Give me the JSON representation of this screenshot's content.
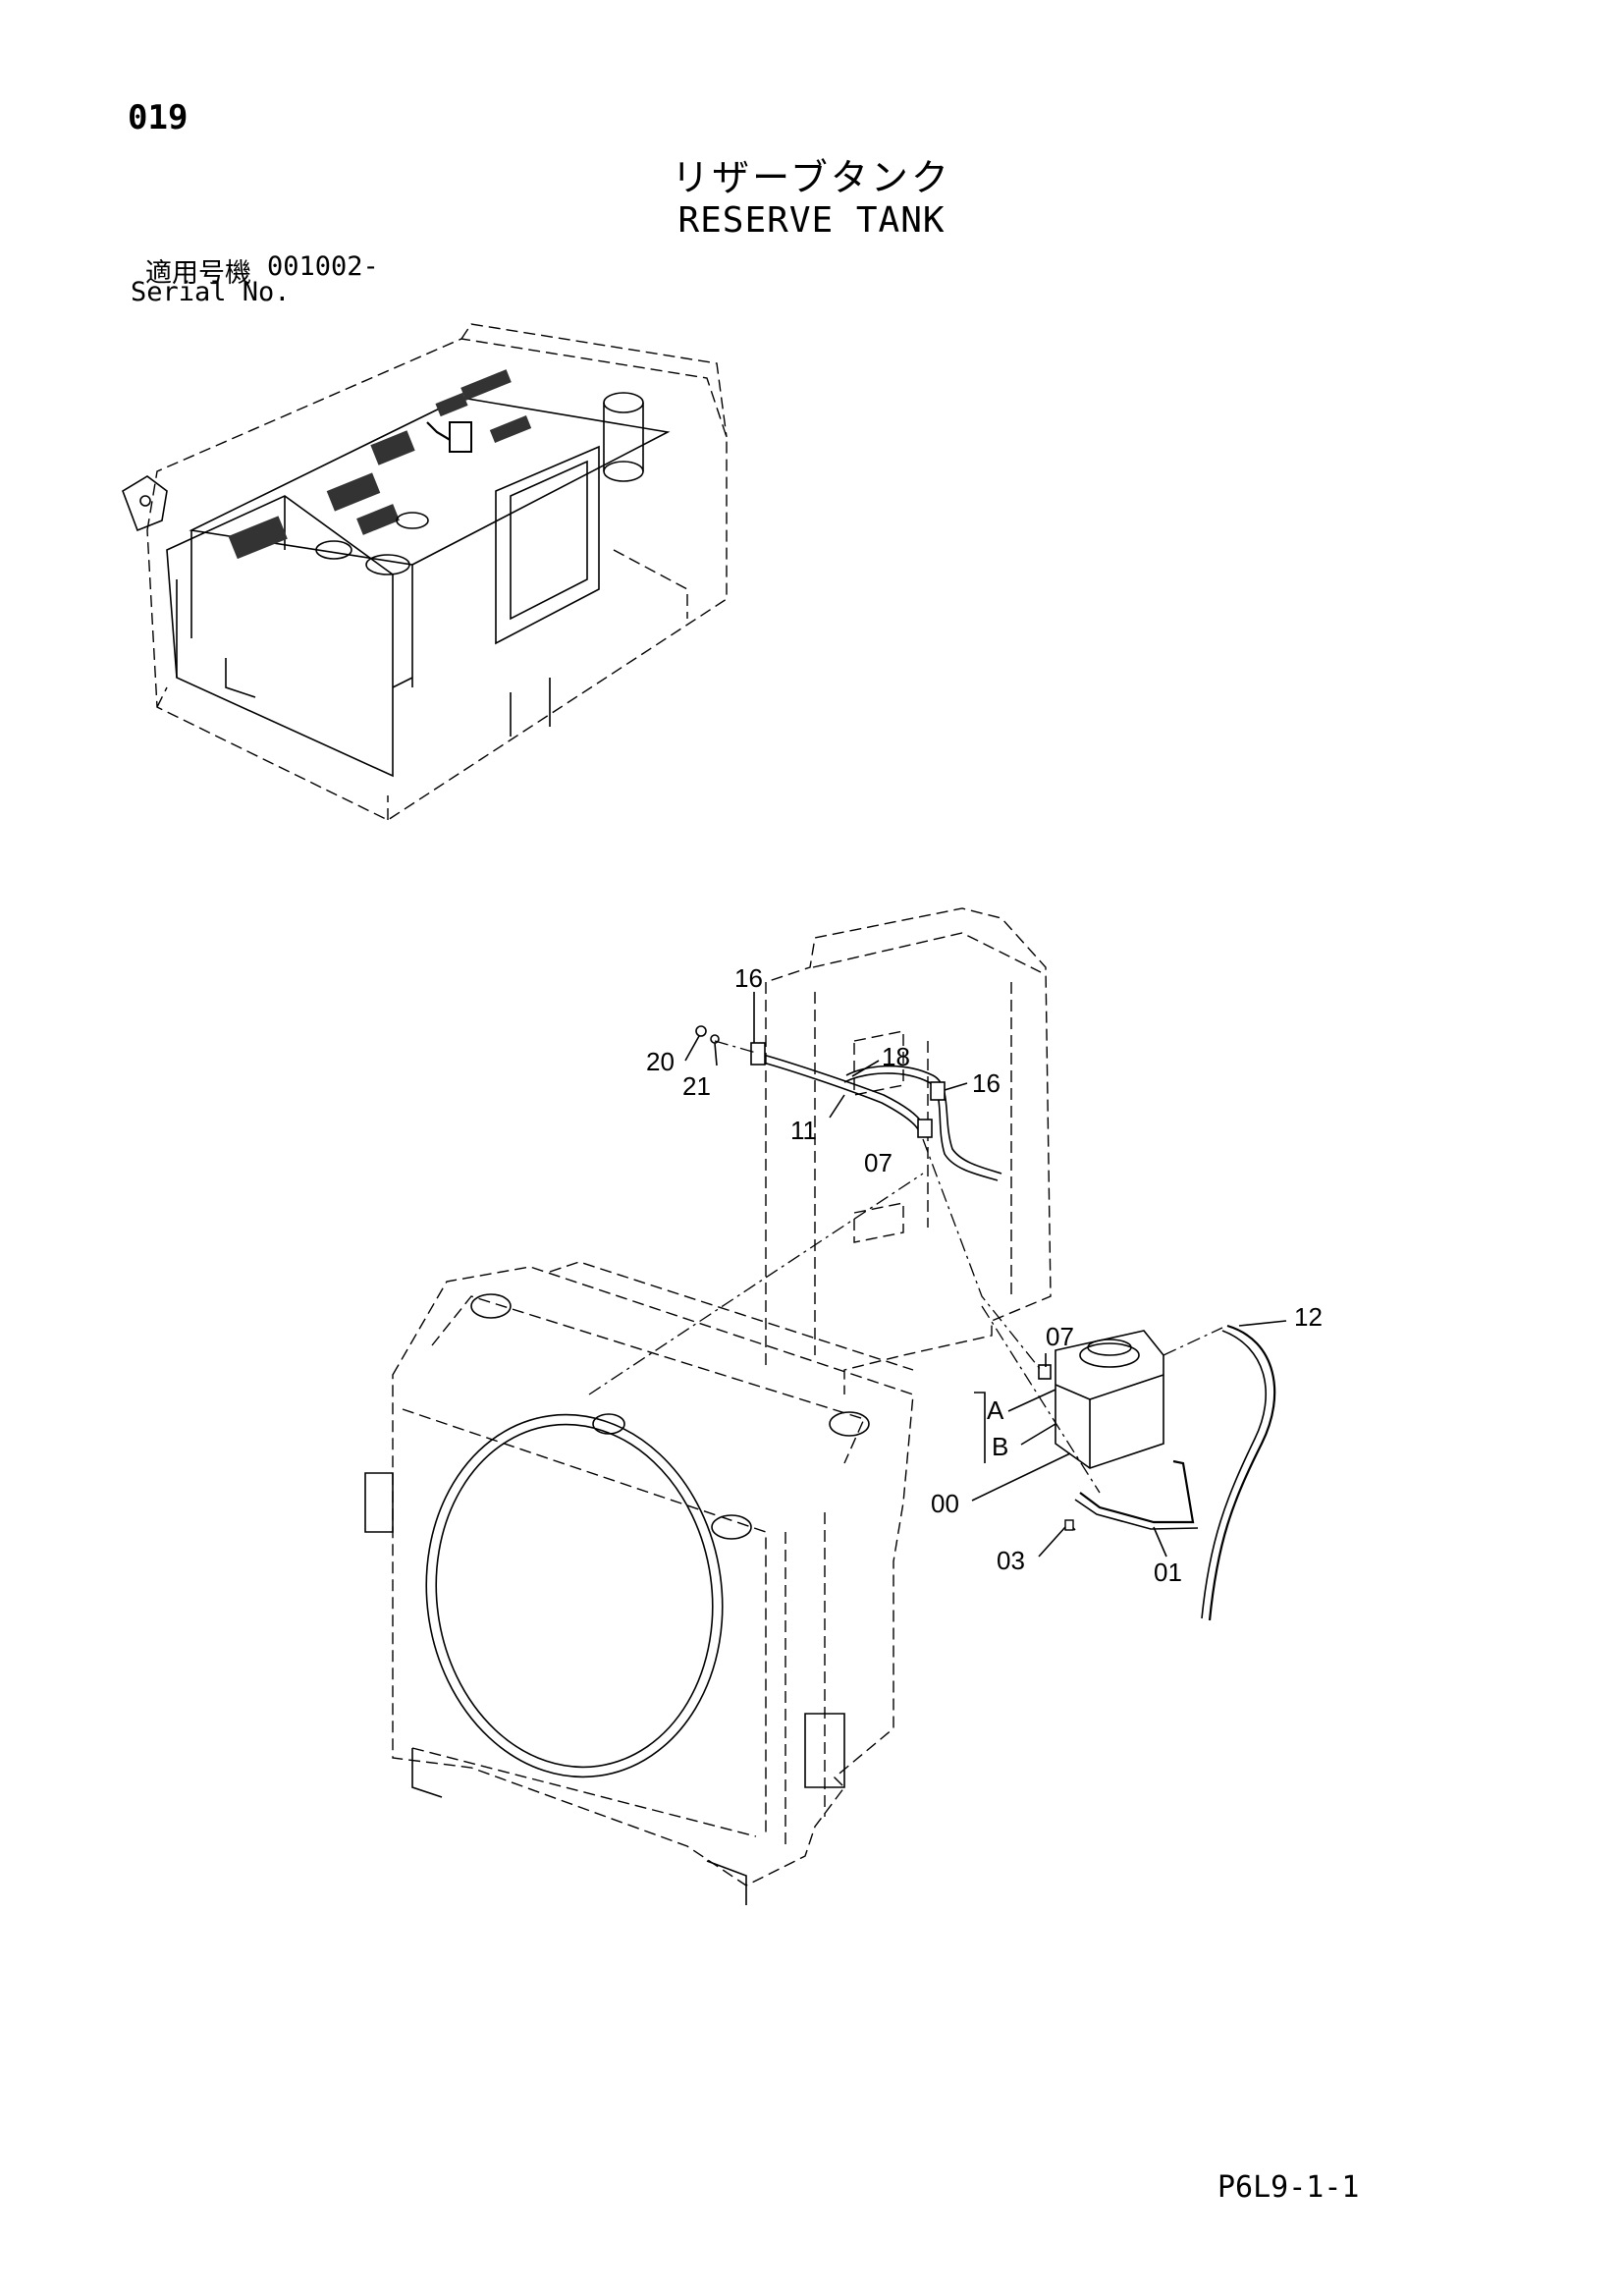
{
  "page_number": "019",
  "title_jp": "リザーブタンク",
  "title_en": "RESERVE TANK",
  "serial": {
    "label_jp": "適用号機",
    "value": "001002-",
    "label_en": "Serial No."
  },
  "callouts": {
    "c16_top": "16",
    "c20": "20",
    "c21": "21",
    "c18": "18",
    "c16_right": "16",
    "c11": "11",
    "c07_upper": "07",
    "c07_lower": "07",
    "c12": "12",
    "cA": "A",
    "cB": "B",
    "c00": "00",
    "c03": "03",
    "c01": "01"
  },
  "drawing_code": "P6L9-1-1"
}
